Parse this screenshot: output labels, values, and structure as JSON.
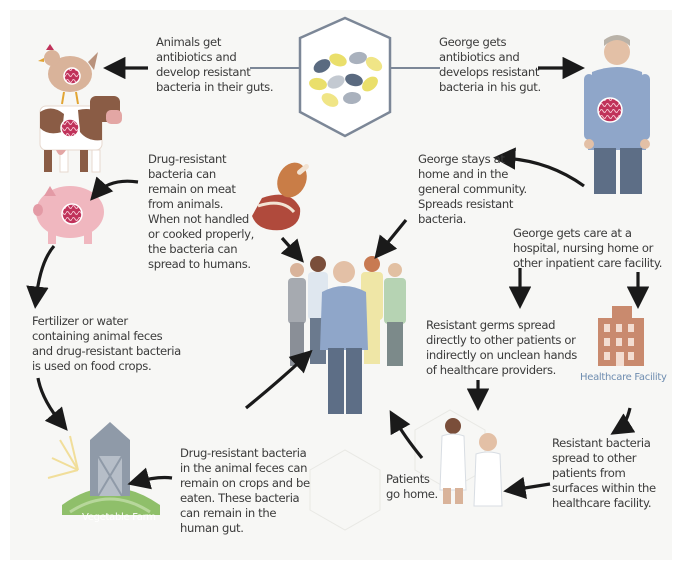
{
  "steps": {
    "animals_get_antibiotics": "Animals get\nantibiotics and\ndevelop resistant\nbacteria in their guts.",
    "george_gets_antibiotics": "George gets\nantibiotics and\ndevelops resistant\nbacteria in his gut.",
    "meat": "Drug-resistant\nbacteria can\nremain on meat\nfrom animals.\nWhen not handled\nor cooked properly,\nthe bacteria can\nspread to humans.",
    "george_stays_home": "George stays at\nhome and in the\ngeneral community.\nSpreads resistant\nbacteria.",
    "george_care": "George gets care at a\nhospital, nursing home or\nother inpatient care facility.",
    "fertilizer": "Fertilizer or water\ncontaining animal feces\nand drug-resistant bacteria\nis used on food crops.",
    "resistant_germs": "Resistant germs spread\ndirectly to other patients or\nindirectly on unclean hands\nof healthcare providers.",
    "crops": "Drug-resistant bacteria\nin the animal feces can\nremain on crops and be\neaten. These bacteria\ncan remain in the\nhuman gut.",
    "patients_go_home": "Patients\ngo home.",
    "facility_surfaces": "Resistant bacteria\nspread to other\npatients from\nsurfaces within the\nhealthcare facility."
  },
  "labels": {
    "healthcare_facility": "Healthcare Facility",
    "vegetable_farm": "Vegetable Farm"
  },
  "colors": {
    "panel": "#f7f7f5",
    "text": "#3b3b3b",
    "arrow": "#1a1a1a",
    "bacteria": "#c0325a",
    "building": "#c98a6e",
    "label_blue": "#6f8db0",
    "farm_green": "#8fbf6a"
  },
  "icons": [
    "pills-icon",
    "chicken-icon",
    "cow-icon",
    "pig-icon",
    "meat-icon",
    "george-icon",
    "people-group-icon",
    "healthcare-facility-icon",
    "barn-icon",
    "patients-icon"
  ]
}
